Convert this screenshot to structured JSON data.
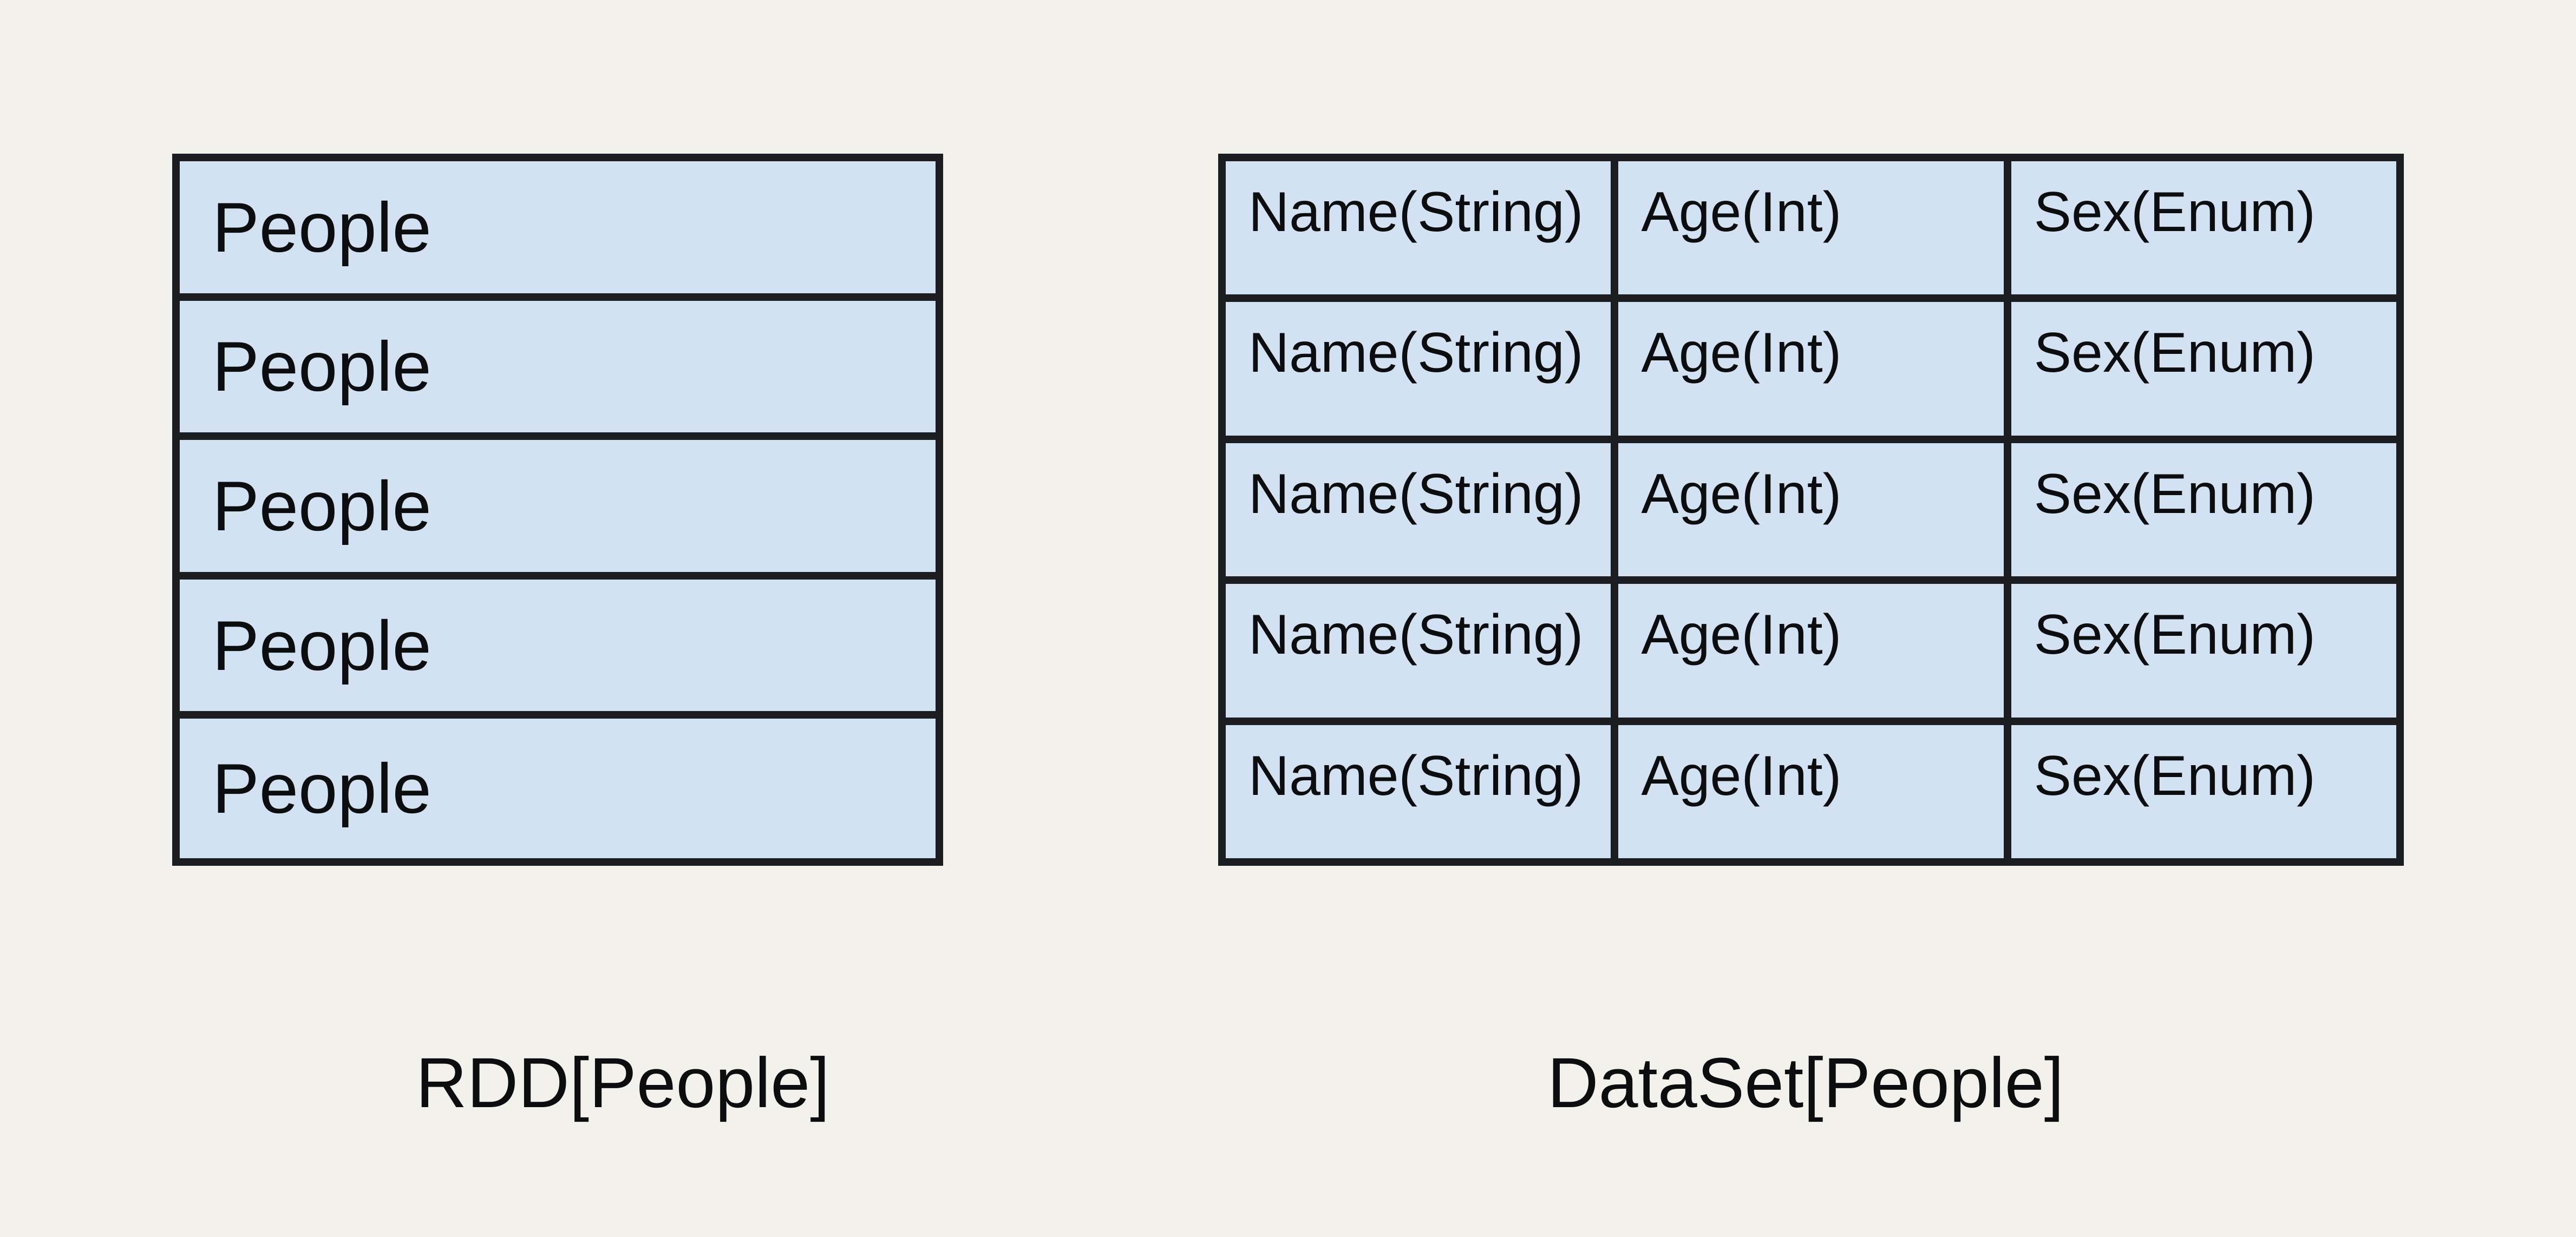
{
  "colors": {
    "background": "#f3f1ec",
    "cell_fill": "#d3e2f3",
    "border": "#1b1d20",
    "text": "#0c0d0f"
  },
  "rdd": {
    "label": "RDD[People]",
    "rows": [
      "People",
      "People",
      "People",
      "People",
      "People"
    ]
  },
  "dataset": {
    "label": "DataSet[People]",
    "rows": [
      [
        "Name(String)",
        "Age(Int)",
        "Sex(Enum)"
      ],
      [
        "Name(String)",
        "Age(Int)",
        "Sex(Enum)"
      ],
      [
        "Name(String)",
        "Age(Int)",
        "Sex(Enum)"
      ],
      [
        "Name(String)",
        "Age(Int)",
        "Sex(Enum)"
      ],
      [
        "Name(String)",
        "Age(Int)",
        "Sex(Enum)"
      ]
    ]
  }
}
